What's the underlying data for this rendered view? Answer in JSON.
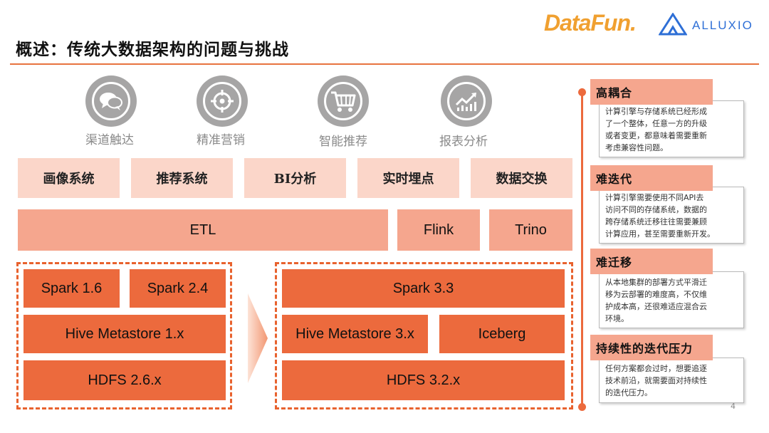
{
  "header": {
    "title": "概述：传统大数据架构的问题与挑战",
    "logo_datafun": "DataFun.",
    "logo_alluxio": "ALLUXIO"
  },
  "use_cases": [
    {
      "label": "渠道触达",
      "icon": "chat-bubbles-icon"
    },
    {
      "label": "精准营销",
      "icon": "target-crosshair-icon"
    },
    {
      "label": "智能推荐",
      "icon": "shopping-cart-icon"
    },
    {
      "label": "报表分析",
      "icon": "trend-chart-icon"
    }
  ],
  "systems": [
    "画像系统",
    "推荐系统",
    "BI分析",
    "实时埋点",
    "数据交换"
  ],
  "compute_band": {
    "etl": "ETL",
    "flink": "Flink",
    "trino": "Trino"
  },
  "legacy_stack": {
    "spark_a": "Spark 1.6",
    "spark_b": "Spark 2.4",
    "metastore": "Hive Metastore 1.x",
    "hdfs": "HDFS 2.6.x"
  },
  "new_stack": {
    "spark": "Spark 3.3",
    "metastore": "Hive Metastore 3.x",
    "iceberg": "Iceberg",
    "hdfs": "HDFS 3.2.x"
  },
  "challenges": [
    {
      "title": "高耦合",
      "lines": [
        "计算引擎与存储系统已经形成",
        "了一个整体，任意一方的升级",
        "或者变更，都意味着需要重新",
        "考虑兼容性问题。"
      ]
    },
    {
      "title": "难迭代",
      "lines": [
        "计算引擎需要使用不同API去",
        "访问不同的存储系统，数据的",
        "跨存储系统迁移往往需要兼顾",
        "计算应用，甚至需要重新开发。"
      ]
    },
    {
      "title": "难迁移",
      "lines": [
        "从本地集群的部署方式平滑迁",
        "移为云部署的难度高，不仅维",
        "护成本高，还很难适应混合云",
        "环境。"
      ]
    },
    {
      "title": "持续性的迭代压力",
      "lines": [
        "任何方案都会过时，想要追逐",
        "技术前沿，就需要面对持续性",
        "的迭代压力。"
      ]
    }
  ],
  "page_number": "4",
  "colors": {
    "accent": "#ec6a3d",
    "light": "#fbd6c9",
    "mid": "#f5a68e",
    "icon_gray": "#a6a5a5",
    "alluxio_blue": "#2e6fd6",
    "datafun_orange": "#f0a030"
  }
}
